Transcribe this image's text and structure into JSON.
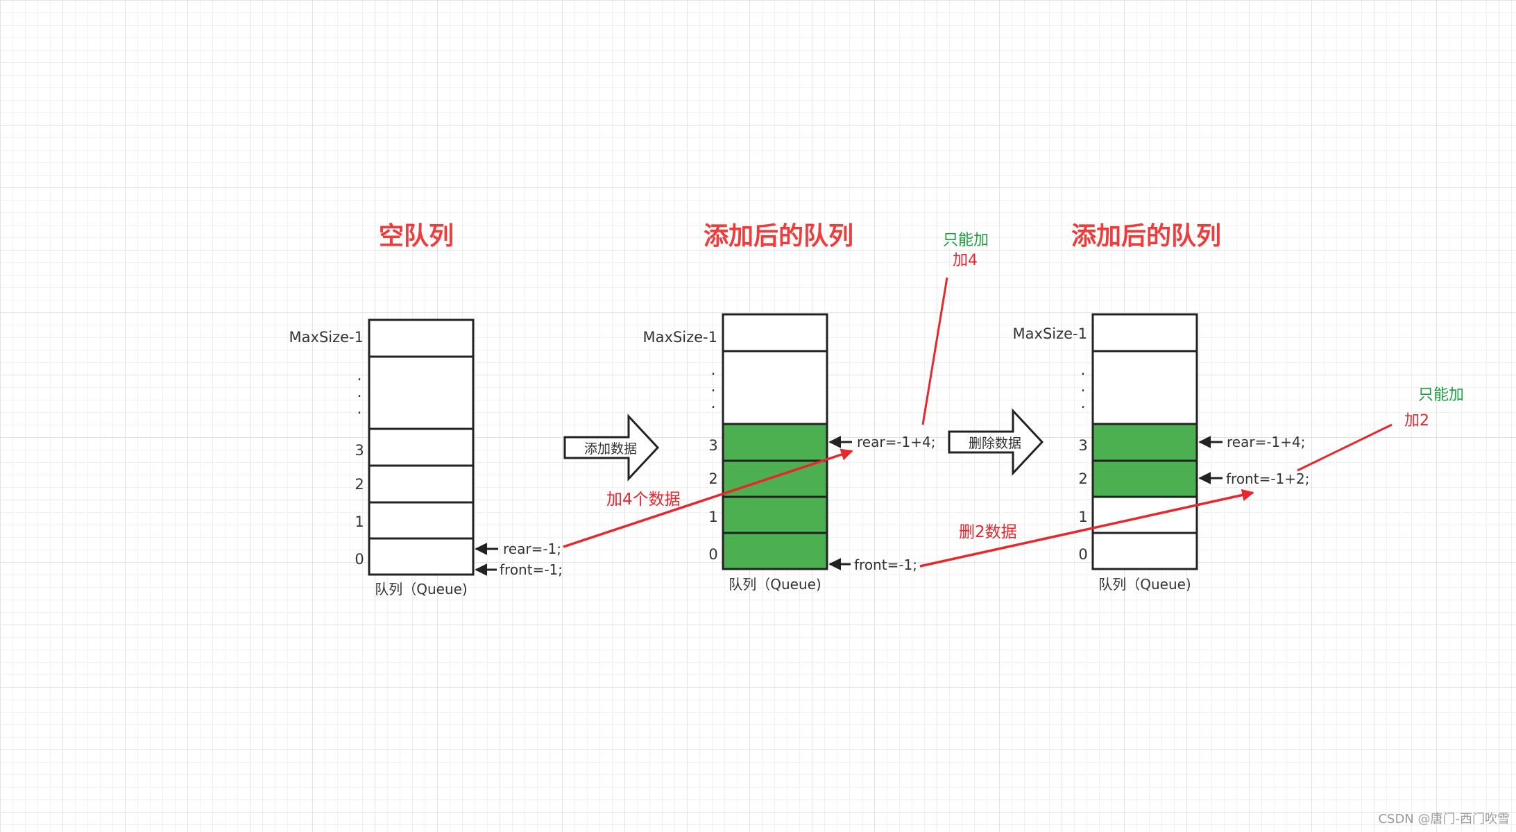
{
  "queues": [
    {
      "title": "空队列",
      "top_label": "MaxSize-1",
      "index_labels": [
        "3",
        "2",
        "1",
        "0"
      ],
      "caption": "队列（Queue)",
      "filled_indices": [],
      "pointers": [
        {
          "label": "rear=-1;",
          "at_index": "0"
        },
        {
          "label": "front=-1;",
          "at_index": "0"
        }
      ]
    },
    {
      "title": "添加后的队列",
      "top_label": "MaxSize-1",
      "index_labels": [
        "3",
        "2",
        "1",
        "0"
      ],
      "caption": "队列（Queue)",
      "filled_indices": [
        "3",
        "2",
        "1",
        "0"
      ],
      "pointers": [
        {
          "label": "rear=-1+4;",
          "at_index": "3"
        },
        {
          "label": "front=-1;",
          "at_index": "0"
        }
      ]
    },
    {
      "title": "添加后的队列",
      "top_label": "MaxSize-1",
      "index_labels": [
        "3",
        "2",
        "1",
        "0"
      ],
      "caption": "队列（Queue)",
      "filled_indices": [
        "3",
        "2"
      ],
      "pointers": [
        {
          "label": "rear=-1+4;",
          "at_index": "3"
        },
        {
          "label": "front=-1+2;",
          "at_index": "2"
        }
      ]
    }
  ],
  "actions": {
    "add": "添加数据",
    "delete": "删除数据"
  },
  "annotations": {
    "add_count": "加4个数据",
    "delete_count": "删2数据",
    "only_add_1": "只能加",
    "add_4": "加4",
    "only_add_2": "只能加",
    "add_2": "加2"
  },
  "watermark": "CSDN @唐门-西门吹雪",
  "colors": {
    "filled": "#4caf50",
    "title": "#f13a3a",
    "annotation_red": "#e8262c",
    "annotation_green": "#1a9f3b"
  }
}
